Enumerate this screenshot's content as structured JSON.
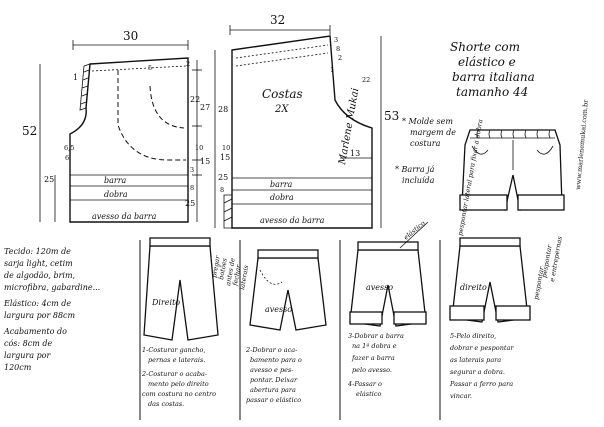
{
  "title": {
    "line1": "Shorte com",
    "line2": "elástico e",
    "line3": "barra italiana",
    "line4": "tamanho 44"
  },
  "watermark": "www.marlenemukai.com.br",
  "signature": "Marlene Mukai",
  "front_piece": {
    "width": "30",
    "label_barra": "barra",
    "label_dobra": "dobra",
    "label_avesso": "avesso da barra",
    "dims": {
      "left_total": "52",
      "left_hem": "25",
      "right_27": "27",
      "right_22": "22",
      "right_15": "15",
      "right_10": "10",
      "right_3": "3",
      "right_8": "8",
      "right_25": "25",
      "crotch_6": "6",
      "crotch_1": "1",
      "inner_5": "5",
      "top_2": "2",
      "inner_65": "6,5"
    }
  },
  "back_piece": {
    "width": "32",
    "label_name": "Costas",
    "label_qty": "2X",
    "label_barra": "barra",
    "label_dobra": "dobra",
    "label_avesso": "avesso da barra",
    "dims": {
      "right_total": "53",
      "left_28": "28",
      "left_15": "15",
      "left_8": "8",
      "left_10": "10",
      "left_25": "25",
      "crotch_13": "13",
      "top_3": "3",
      "top_8": "8",
      "top_2": "2",
      "top_1": "1",
      "dim_22": "22"
    }
  },
  "notes": {
    "molde_1": "* Molde sem",
    "molde_2": "margem de",
    "molde_3": "costura",
    "barra_1": "* Barra já",
    "barra_2": "incluída"
  },
  "materials": {
    "l1": "Tecido: 120m de",
    "l2": "sarja light, cetim",
    "l3": "de algodão, brim,",
    "l4": "microfibra, gabardine...",
    "l5": "Elástico: 4cm de",
    "l6": "largura por 88cm",
    "l7": "Acabamento do",
    "l8": "cós: 8cm de",
    "l9": "largura por",
    "l10": "120cm"
  },
  "steps": [
    {
      "l1": "1-Costurar gancho,",
      "l2": "pernas e laterais.",
      "l3": "2-Costurar o acaba-",
      "l4": "mento pelo direito",
      "l5": "com costura no centro",
      "l6": "das costas."
    },
    {
      "l1": "2-Dobrar o aca-",
      "l2": "bamento para o",
      "l3": "avesso e pes-",
      "l4": "pontar. Deixar",
      "l5": "abertura para",
      "l6": "passar o elástico"
    },
    {
      "l1": "3-Dobrar a barra",
      "l2": "na 1ª dobra e",
      "l3": "fazer a barra",
      "l4": "pelo avesso.",
      "l5": "4-Passar o",
      "l6": "elástico"
    },
    {
      "l1": "5-Pelo direito,",
      "l2": "dobrar e pespontar",
      "l3": "as laterais para",
      "l4": "segurar a dobra.",
      "l5": "Passar a ferro para",
      "l6": "vincar."
    }
  ],
  "sketch_labels": {
    "direito_1": "Direito",
    "avesso_2": "avesso",
    "avesso_3": "avesso",
    "direito_5": "direito",
    "pespontar": "pespontar",
    "pespontar_2": "pespontar",
    "entrepernas": "e entrepernas",
    "lateral_note": "pespontar lateral para fixar a dobra",
    "elastico": "elástico",
    "pregar_1": "pregar",
    "pregar_2": "botões",
    "pregar_3": "antes de",
    "pregar_4": "fechar",
    "pregar_5": "laterais"
  }
}
